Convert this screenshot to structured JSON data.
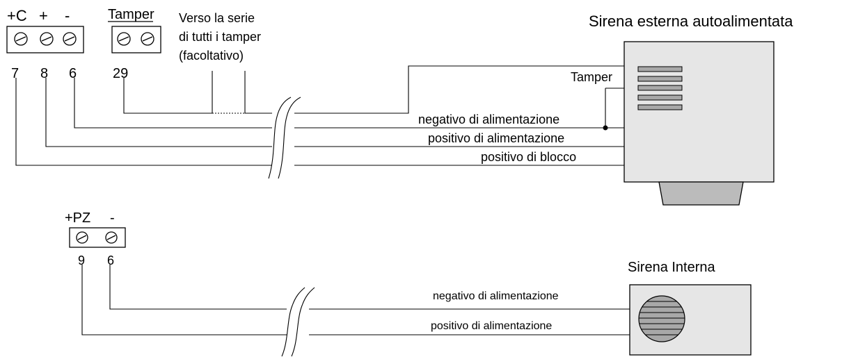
{
  "terminal_block_1": {
    "labels": [
      "+C",
      "+",
      "-"
    ],
    "numbers": [
      "7",
      "8",
      "6"
    ]
  },
  "tamper_block": {
    "title": "Tamper",
    "numbers": [
      "29"
    ]
  },
  "tamper_note": [
    "Verso la serie",
    "di tutti i tamper",
    "(facoltativo)"
  ],
  "external_siren": {
    "title": "Sirena esterna autoalimentata",
    "tamper_label": "Tamper"
  },
  "external_wires": {
    "negative": "negativo di alimentazione",
    "positive": "positivo di alimentazione",
    "block": "positivo di blocco"
  },
  "terminal_block_2": {
    "labels": [
      "+PZ",
      "-"
    ],
    "numbers": [
      "9",
      "6"
    ]
  },
  "internal_siren": {
    "title": "Sirena Interna"
  },
  "internal_wires": {
    "negative": "negativo di alimentazione",
    "positive": "positivo di alimentazione"
  }
}
